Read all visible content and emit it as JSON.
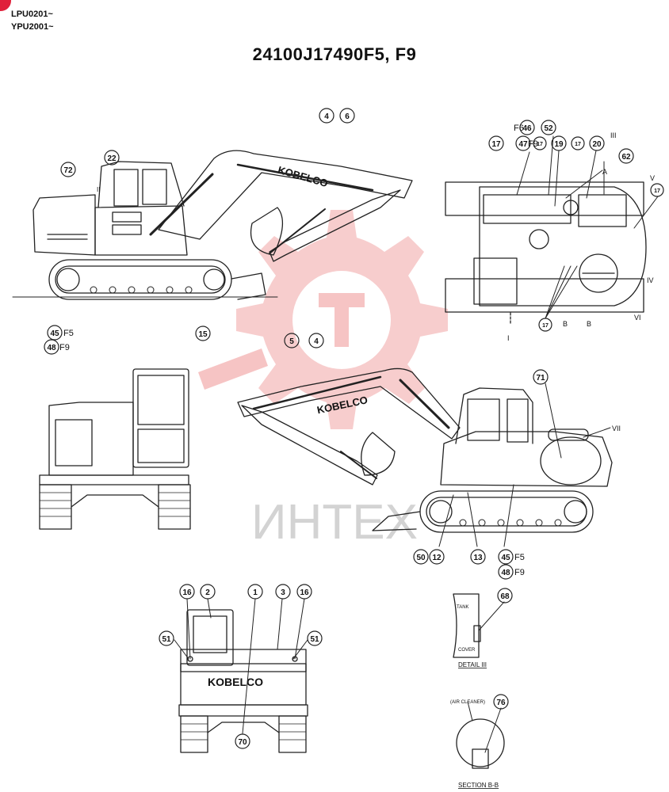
{
  "serials": [
    "LPU0201~",
    "YPU2001~"
  ],
  "title": "24100J17490F5, F9",
  "watermark": "ИНТЕХ",
  "brand": "KOBELCO",
  "side_left": {
    "callouts": [
      {
        "label": "72"
      },
      {
        "label": "22"
      },
      {
        "label": "4"
      },
      {
        "label": "6"
      },
      {
        "label": "45"
      },
      {
        "label": "48"
      },
      {
        "label": "15"
      }
    ],
    "texts": [
      "F5",
      "F9",
      "II"
    ]
  },
  "top_view": {
    "callouts": [
      {
        "label": "46"
      },
      {
        "label": "52"
      },
      {
        "label": "17"
      },
      {
        "label": "47"
      },
      {
        "label": "17"
      },
      {
        "label": "19"
      },
      {
        "label": "17"
      },
      {
        "label": "20"
      },
      {
        "label": "62"
      },
      {
        "label": "17"
      },
      {
        "label": "17"
      }
    ],
    "texts": [
      "F6",
      "F9",
      "III",
      "V",
      "IV",
      "VI",
      "B",
      "B",
      "I",
      "A"
    ]
  },
  "side_right": {
    "callouts": [
      {
        "label": "5"
      },
      {
        "label": "4"
      },
      {
        "label": "71"
      },
      {
        "label": "50"
      },
      {
        "label": "12"
      },
      {
        "label": "13"
      },
      {
        "label": "45"
      },
      {
        "label": "48"
      }
    ],
    "texts": [
      "F5",
      "F9",
      "VII"
    ]
  },
  "rear_view": {
    "callouts": [
      {
        "label": "16"
      },
      {
        "label": "2"
      },
      {
        "label": "1"
      },
      {
        "label": "3"
      },
      {
        "label": "16"
      },
      {
        "label": "51"
      },
      {
        "label": "51"
      },
      {
        "label": "70"
      }
    ]
  },
  "detail_iii": {
    "callouts": [
      {
        "label": "68"
      }
    ],
    "texts": [
      "TANK",
      "COVER"
    ],
    "caption": "DETAIL III"
  },
  "section_bb": {
    "callouts": [
      {
        "label": "76"
      }
    ],
    "texts": [
      "(AIR CLEANER)"
    ],
    "caption": "SECTION B-B"
  }
}
